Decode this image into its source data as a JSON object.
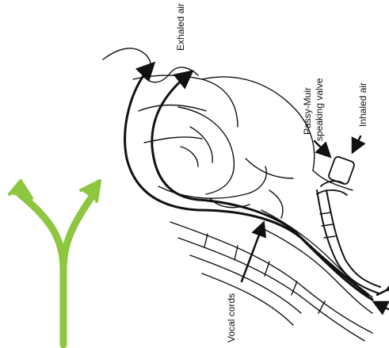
{
  "labels": {
    "exhaled_air": "Exhaled air",
    "speaking_valve_line1": "Passy-Muir",
    "speaking_valve_line2": "speaking valve",
    "inhaled_air": "Inhaled air",
    "vocal_cords": "Vocal cords"
  },
  "colors": {
    "line": "#111111",
    "split_arrow": "#8dc63f",
    "background": "#ffffff"
  },
  "icons": [
    "split-arrow-icon"
  ]
}
